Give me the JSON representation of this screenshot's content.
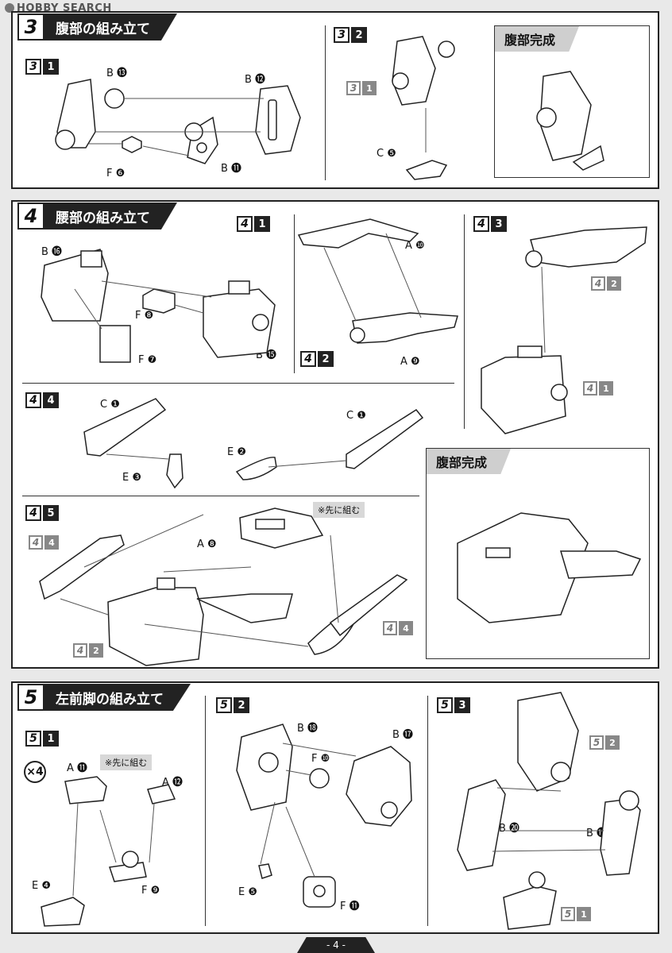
{
  "watermark": "HOBBY SEARCH",
  "page_number": "- 4 -",
  "step3": {
    "num": "3",
    "title": "腹部の組み立て",
    "sub1": {
      "a": "3",
      "b": "1"
    },
    "sub2": {
      "a": "3",
      "b": "2"
    },
    "ref31": {
      "a": "3",
      "b": "1"
    },
    "parts": [
      "B ⓭",
      "B ⓬",
      "F ❻",
      "B ⓫",
      "C ❺"
    ],
    "complete": "腹部完成"
  },
  "step4": {
    "num": "4",
    "title": "腰部の組み立て",
    "sub1": {
      "a": "4",
      "b": "1"
    },
    "sub2": {
      "a": "4",
      "b": "2"
    },
    "sub3": {
      "a": "4",
      "b": "3"
    },
    "sub4": {
      "a": "4",
      "b": "4"
    },
    "sub5": {
      "a": "4",
      "b": "5"
    },
    "ref42a": {
      "a": "4",
      "b": "2"
    },
    "ref41": {
      "a": "4",
      "b": "1"
    },
    "ref44a": {
      "a": "4",
      "b": "4"
    },
    "ref44b": {
      "a": "4",
      "b": "4"
    },
    "ref42b": {
      "a": "4",
      "b": "2"
    },
    "parts": [
      "B ⓰",
      "F ❽",
      "F ❼",
      "B ⓯",
      "A ❿",
      "A ❾",
      "C ❶",
      "E ❸",
      "E ❷",
      "C ❶",
      "A ❽"
    ],
    "note": "※先に組む",
    "complete": "腹部完成"
  },
  "step5": {
    "num": "5",
    "title": "左前脚の組み立て",
    "sub1": {
      "a": "5",
      "b": "1"
    },
    "sub2": {
      "a": "5",
      "b": "2"
    },
    "sub3": {
      "a": "5",
      "b": "3"
    },
    "ref52": {
      "a": "5",
      "b": "2"
    },
    "ref51": {
      "a": "5",
      "b": "1"
    },
    "multiplier": "×4",
    "note": "※先に組む",
    "parts": [
      "A ⓫",
      "A ⓬",
      "E ❹",
      "F ❾",
      "B ⓲",
      "B ⓱",
      "F ❿",
      "E ❺",
      "F ⓫",
      "B ⓴",
      "B ⓳"
    ]
  },
  "colors": {
    "ink": "#222222",
    "header_gray": "#cfcfcf",
    "tag_gray": "#888888",
    "page_bg": "#e9e9e9"
  }
}
